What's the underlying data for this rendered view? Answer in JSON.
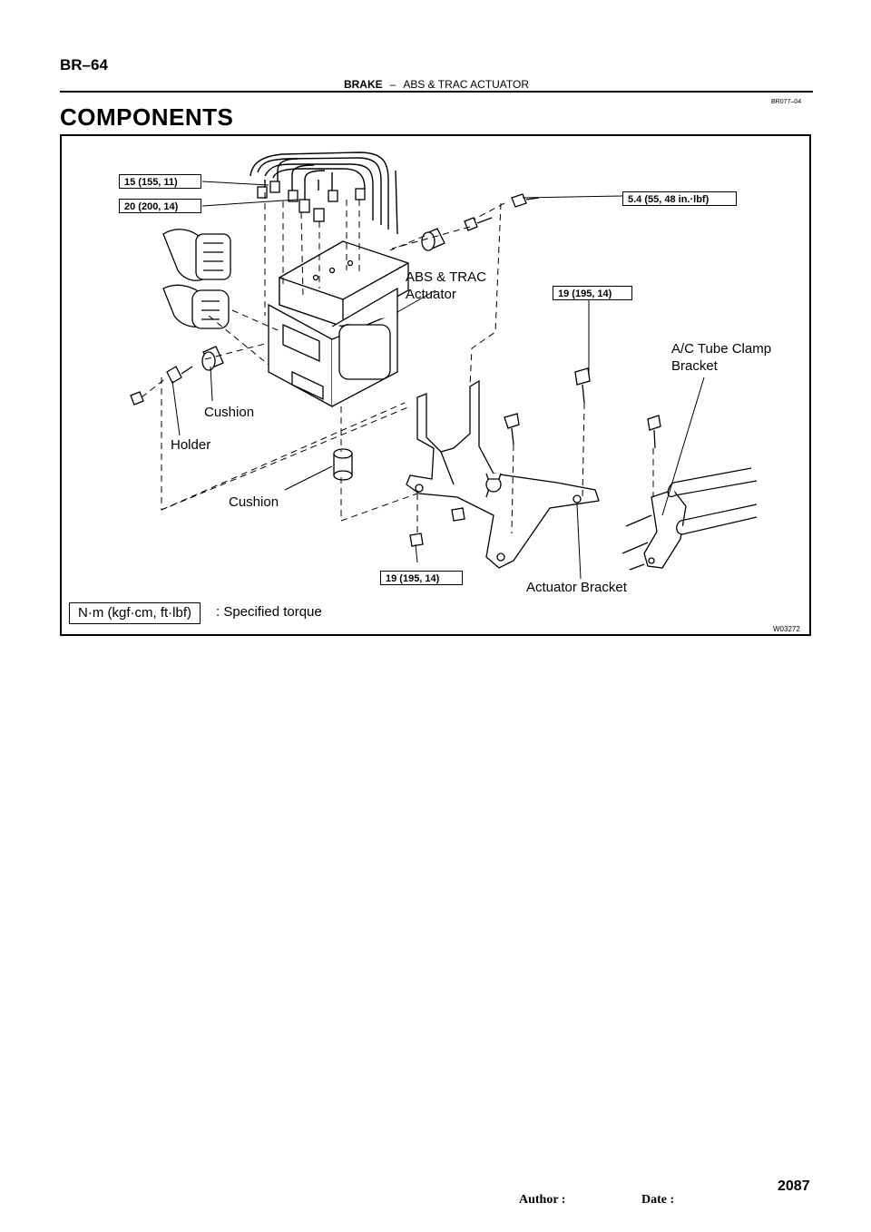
{
  "header": {
    "page_id": "BR–64",
    "section_bold": "BRAKE",
    "section_sep": "–",
    "section_rest": "ABS & TRAC ACTUATOR"
  },
  "doc_code": "BR077–04",
  "title": "COMPONENTS",
  "figure": {
    "torque_specs": {
      "t1": "15 (155, 11)",
      "t2": "20 (200, 14)",
      "t3": "5.4 (55, 48 in.·lbf)",
      "t4": "19 (195, 14)",
      "t5": "19 (195, 14)"
    },
    "part_labels": {
      "actuator_line1": "ABS & TRAC",
      "actuator_line2": "Actuator",
      "clamp_line1": "A/C Tube Clamp",
      "clamp_line2": "Bracket",
      "cushion_upper": "Cushion",
      "holder": "Holder",
      "cushion_lower": "Cushion",
      "actuator_bracket": "Actuator Bracket"
    },
    "legend_unit": "N·m (kgf·cm, ft·lbf)",
    "legend_text": ": Specified torque",
    "figure_code": "W03272"
  },
  "footer": {
    "author_label": "Author :",
    "date_label": "Date :",
    "page_number": "2087"
  }
}
